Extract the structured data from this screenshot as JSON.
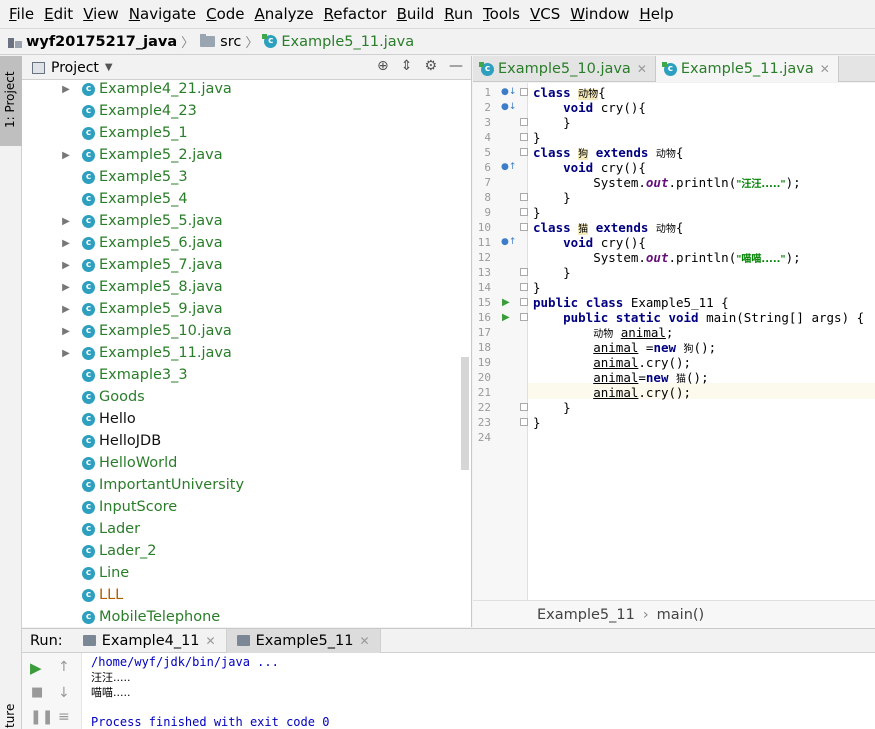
{
  "menu": [
    "File",
    "Edit",
    "View",
    "Navigate",
    "Code",
    "Analyze",
    "Refactor",
    "Build",
    "Run",
    "Tools",
    "VCS",
    "Window",
    "Help"
  ],
  "breadcrumb": {
    "project": "wyf20175217_java",
    "folder": "src",
    "file": "Example5_11.java"
  },
  "side_tabs": {
    "project": "1: Project",
    "structure": "ture"
  },
  "project_panel": {
    "title": "Project",
    "tree": [
      {
        "label": "Example4_21.java",
        "arrow": true,
        "color": "green"
      },
      {
        "label": "Example4_23",
        "arrow": false,
        "color": "green"
      },
      {
        "label": "Example5_1",
        "arrow": false,
        "color": "green"
      },
      {
        "label": "Example5_2.java",
        "arrow": true,
        "color": "green"
      },
      {
        "label": "Example5_3",
        "arrow": false,
        "color": "green"
      },
      {
        "label": "Example5_4",
        "arrow": false,
        "color": "green"
      },
      {
        "label": "Example5_5.java",
        "arrow": true,
        "color": "green"
      },
      {
        "label": "Example5_6.java",
        "arrow": true,
        "color": "green"
      },
      {
        "label": "Example5_7.java",
        "arrow": true,
        "color": "green"
      },
      {
        "label": "Example5_8.java",
        "arrow": true,
        "color": "green"
      },
      {
        "label": "Example5_9.java",
        "arrow": true,
        "color": "green"
      },
      {
        "label": "Example5_10.java",
        "arrow": true,
        "color": "green"
      },
      {
        "label": "Example5_11.java",
        "arrow": true,
        "color": "green"
      },
      {
        "label": "Exmaple3_3",
        "arrow": false,
        "color": "green"
      },
      {
        "label": "Goods",
        "arrow": false,
        "color": "green"
      },
      {
        "label": "Hello",
        "arrow": false,
        "color": "black"
      },
      {
        "label": "HelloJDB",
        "arrow": false,
        "color": "black"
      },
      {
        "label": "HelloWorld",
        "arrow": false,
        "color": "green"
      },
      {
        "label": "ImportantUniversity",
        "arrow": false,
        "color": "green"
      },
      {
        "label": "InputScore",
        "arrow": false,
        "color": "green"
      },
      {
        "label": "Lader",
        "arrow": false,
        "color": "green"
      },
      {
        "label": "Lader_2",
        "arrow": false,
        "color": "green"
      },
      {
        "label": "Line",
        "arrow": false,
        "color": "green"
      },
      {
        "label": "LLL",
        "arrow": false,
        "color": "orange"
      },
      {
        "label": "MobileTelephone",
        "arrow": false,
        "color": "green"
      }
    ]
  },
  "editor_tabs": [
    {
      "label": "Example5_10.java",
      "active": false
    },
    {
      "label": "Example5_11.java",
      "active": true
    }
  ],
  "code": {
    "line_count": 24,
    "current_line": 21,
    "tokens": {
      "class": "class",
      "extends": "extends",
      "void": "void",
      "public": "public",
      "static": "static",
      "new": "new",
      "animal_cls": "动物",
      "dog_cls": "狗",
      "cat_cls": "猫",
      "cry": "cry(){",
      "open_brace": "{",
      "close_brace": "}",
      "sys": "System.",
      "out": "out",
      "println": ".println(",
      "dog_str": "\"汪汪.....\"",
      "cat_str": "\"喵喵.....\"",
      "close_call": ");",
      "main_class": "Example5_11 {",
      "main_sig": "main(String[] args) {",
      "var": "animal",
      "decl_end": ";",
      "assign": " =",
      "assign2": "=",
      "ctor_end": "();",
      "call_cry": ".cry();"
    }
  },
  "editor_footer": {
    "class": "Example5_11",
    "method": "main()"
  },
  "run": {
    "label": "Run:",
    "tabs": [
      {
        "label": "Example4_11",
        "active": false
      },
      {
        "label": "Example5_11",
        "active": true
      }
    ],
    "console": {
      "cmd": "/home/wyf/jdk/bin/java ...",
      "out1": "汪汪.....",
      "out2": "喵喵.....",
      "exit": "Process finished with exit code 0"
    }
  }
}
